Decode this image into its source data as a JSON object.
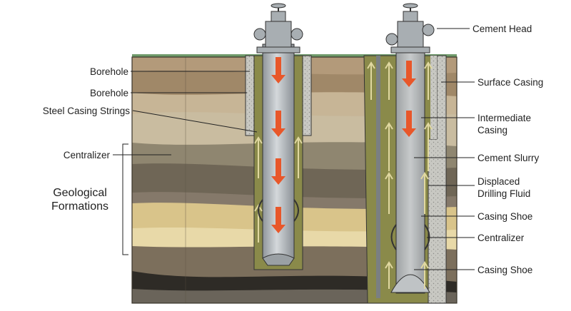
{
  "left_labels": {
    "borehole_1": "Borehole",
    "borehole_2": "Borehole",
    "steel_casing": "Steel Casing Strings",
    "centralizer": "Centralizer",
    "geo_line1": "Geological",
    "geo_line2": "Formations"
  },
  "right_labels": {
    "cement_head": "Cement Head",
    "surface_casing": "Surface Casing",
    "intermediate_1": "Intermediate",
    "intermediate_2": "Casing",
    "cement_slurry": "Cement Slurry",
    "displaced_1": "Displaced",
    "displaced_2": "Drilling Fluid",
    "casing_shoe_1": "Casing Shoe",
    "centralizer": "Centralizer",
    "casing_shoe_2": "Casing Shoe"
  },
  "colors": {
    "flow_arrow": "#e8572a",
    "annulus": "#8a8a4a",
    "casing": "#b8bcc0",
    "cement": "#c9c9c4"
  }
}
